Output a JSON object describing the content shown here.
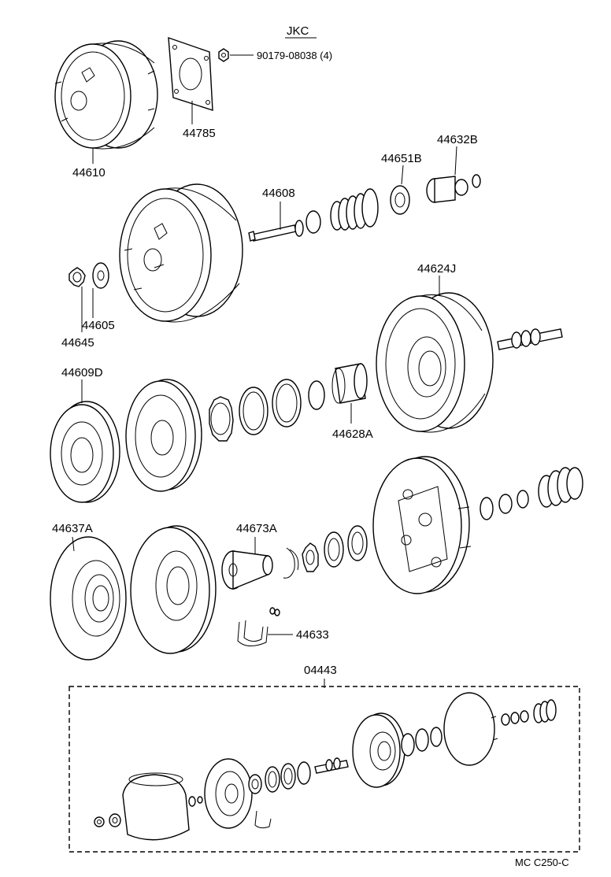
{
  "header": {
    "code": "JKC"
  },
  "labels": {
    "nut": "90179-08038 (4)",
    "p44610": "44610",
    "p44785": "44785",
    "p44651B": "44651B",
    "p44632B": "44632B",
    "p44608": "44608",
    "p44605": "44605",
    "p44645": "44645",
    "p44624J": "44624J",
    "p44609D": "44609D",
    "p44628A": "44628A",
    "p44637A": "44637A",
    "p44673A": "44673A",
    "p44633": "44633",
    "p04443": "04443"
  },
  "footer": {
    "code": "MC  C250-C"
  }
}
